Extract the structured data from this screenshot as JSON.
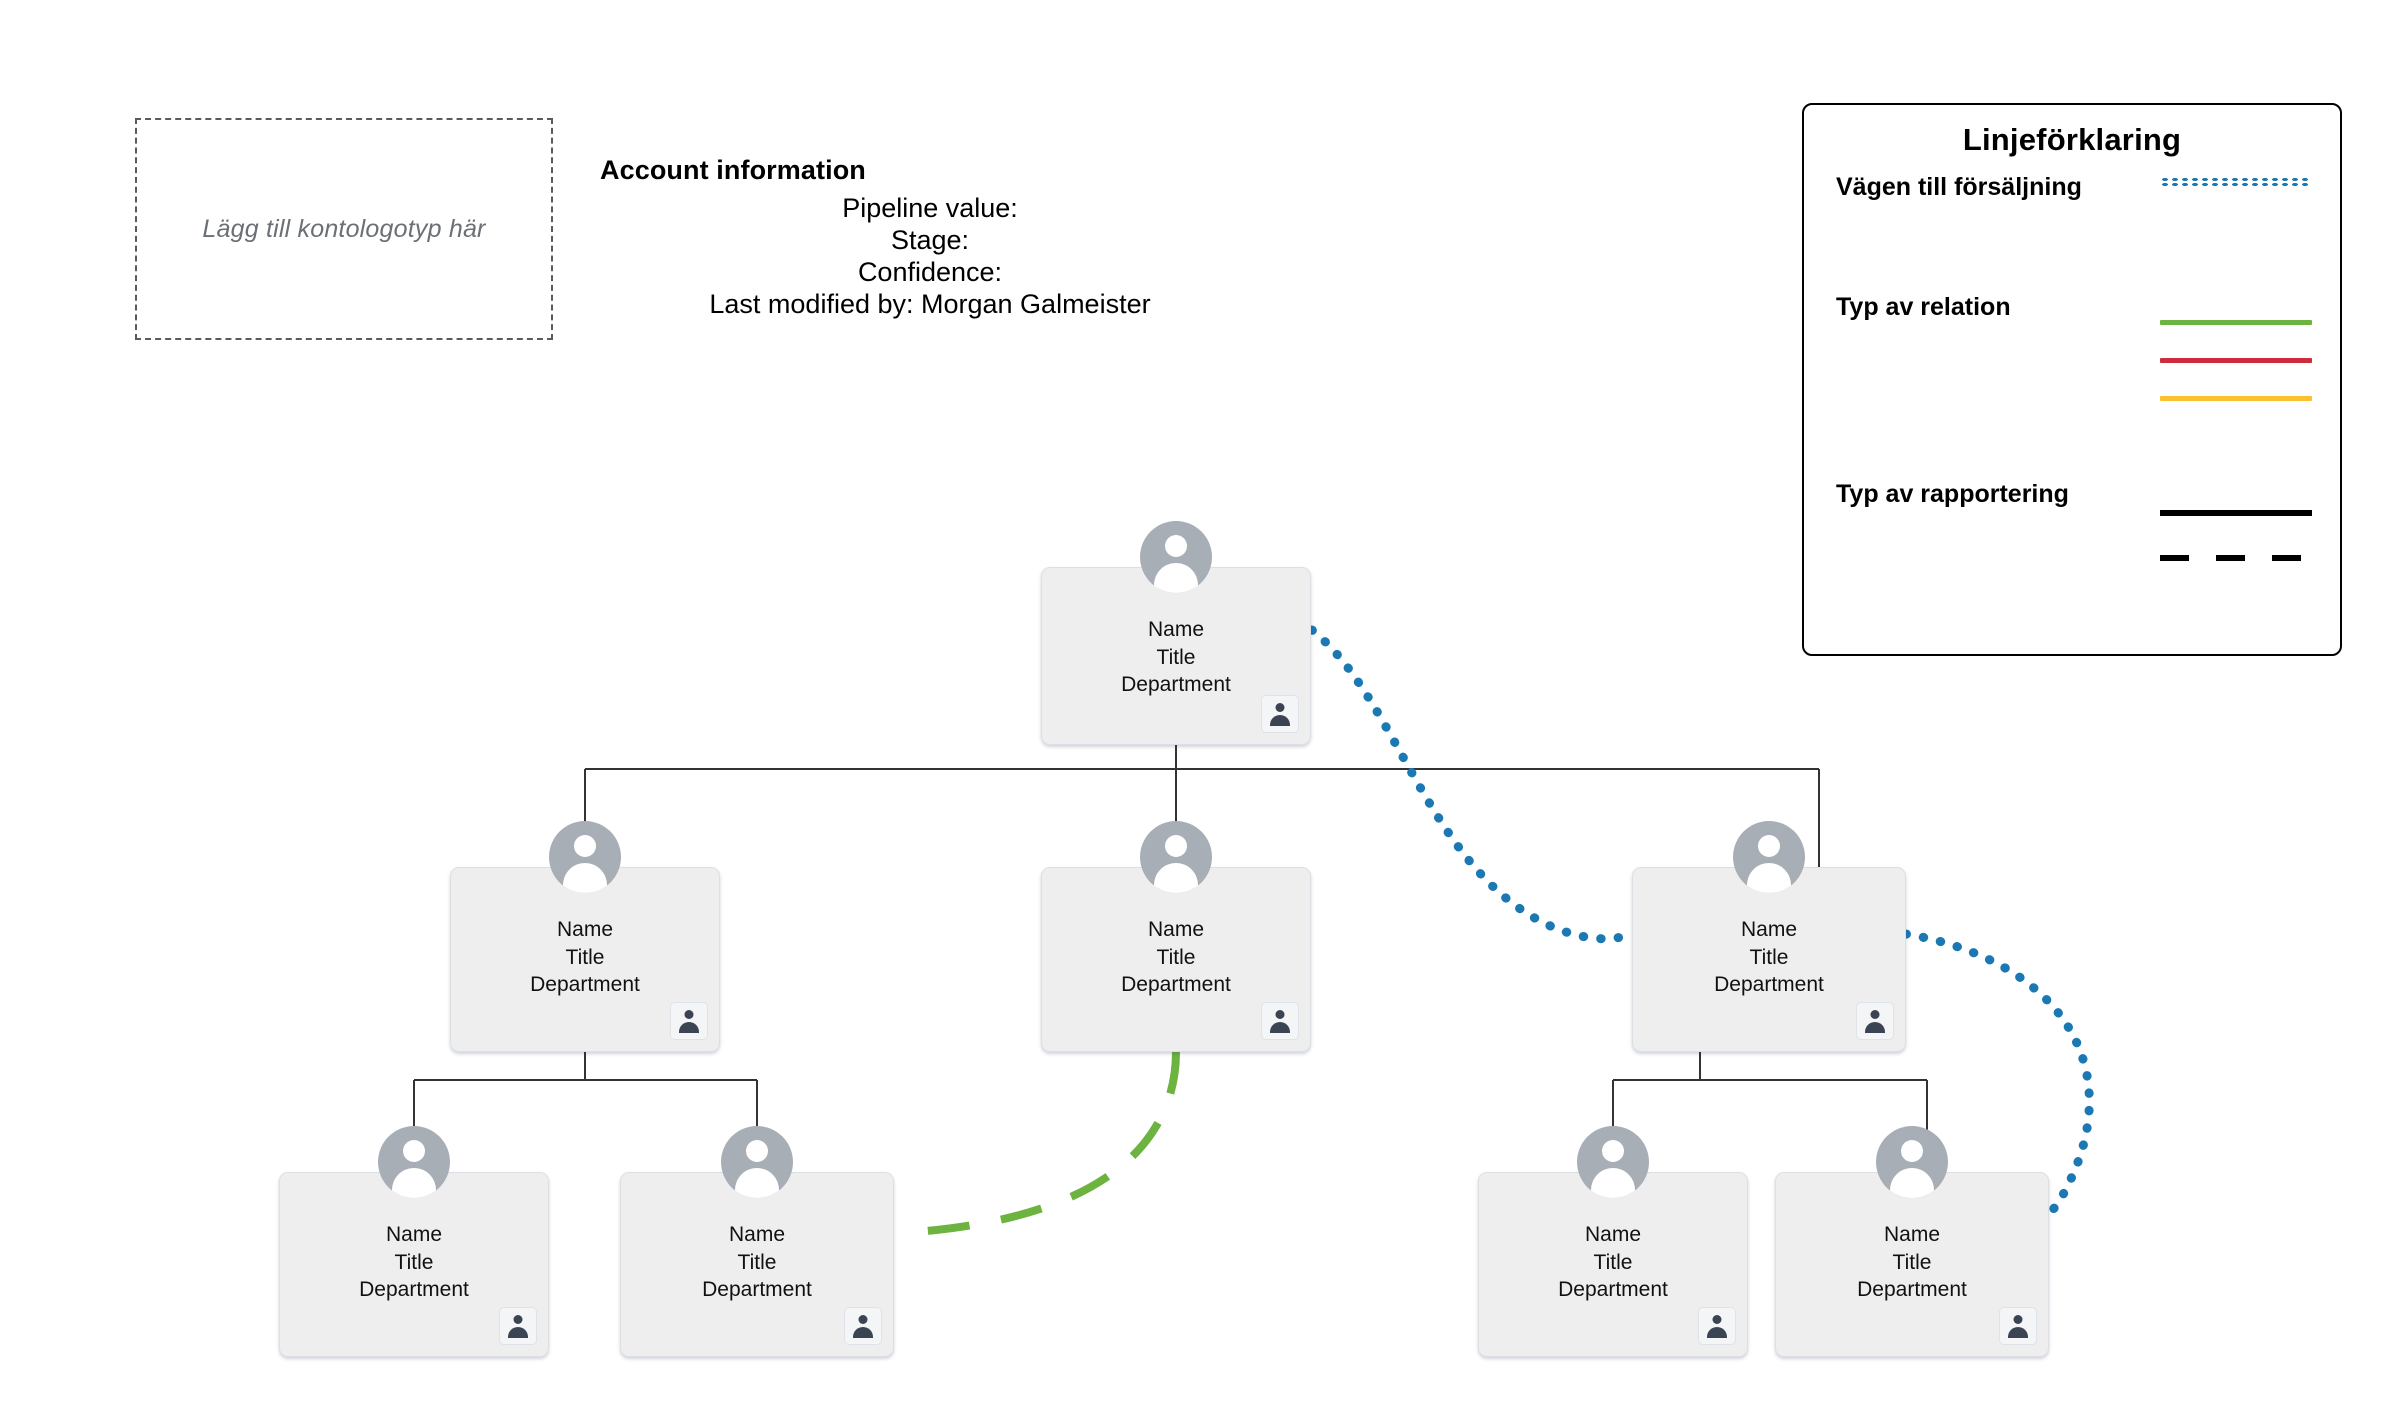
{
  "logo_placeholder": {
    "text": "Lägg till kontologotyp här"
  },
  "account_info": {
    "title": "Account information",
    "lines": [
      "Pipeline value:",
      "Stage:",
      "Confidence:",
      "Last modified by: Morgan Galmeister"
    ]
  },
  "legend": {
    "title": "Linjeförklaring",
    "sections": [
      {
        "label": "Vägen till försäljning",
        "swatches": [
          {
            "style": "dotted",
            "color": "#1b78b3"
          }
        ]
      },
      {
        "label": "Typ av relation",
        "swatches": [
          {
            "style": "solid",
            "color": "#6cb33f"
          },
          {
            "style": "solid",
            "color": "#cc2c3c"
          },
          {
            "style": "solid",
            "color": "#fbc02d"
          }
        ]
      },
      {
        "label": "Typ av rapportering",
        "swatches": [
          {
            "style": "solid",
            "color": "#000000"
          },
          {
            "style": "dashed",
            "color": "#000000"
          }
        ]
      }
    ]
  },
  "org_chart": {
    "node_label": {
      "name": "Name",
      "title": "Title",
      "department": "Department"
    },
    "nodes": [
      {
        "id": "root",
        "level": 1
      },
      {
        "id": "l2-a",
        "level": 2
      },
      {
        "id": "l2-b",
        "level": 2
      },
      {
        "id": "l2-c",
        "level": 2
      },
      {
        "id": "l3-a",
        "level": 3
      },
      {
        "id": "l3-b",
        "level": 3
      },
      {
        "id": "l3-c",
        "level": 3
      },
      {
        "id": "l3-d",
        "level": 3
      }
    ],
    "relations": [
      {
        "from": "root",
        "to": "l2-c",
        "style": "dotted",
        "color": "#1b78b3"
      },
      {
        "from": "l2-b",
        "to": "l3-b",
        "style": "dashed",
        "color": "#6cb33f"
      },
      {
        "from": "l2-c",
        "to": "l3-d",
        "style": "dotted",
        "color": "#1b78b3"
      }
    ]
  },
  "colors": {
    "card_bg": "#eeeeee",
    "avatar": "#a8aeb6",
    "badge_icon": "#3a4452",
    "connector": "#333333",
    "accent_blue": "#1b78b3",
    "accent_green": "#6cb33f",
    "accent_red": "#cc2c3c",
    "accent_yellow": "#fbc02d"
  }
}
